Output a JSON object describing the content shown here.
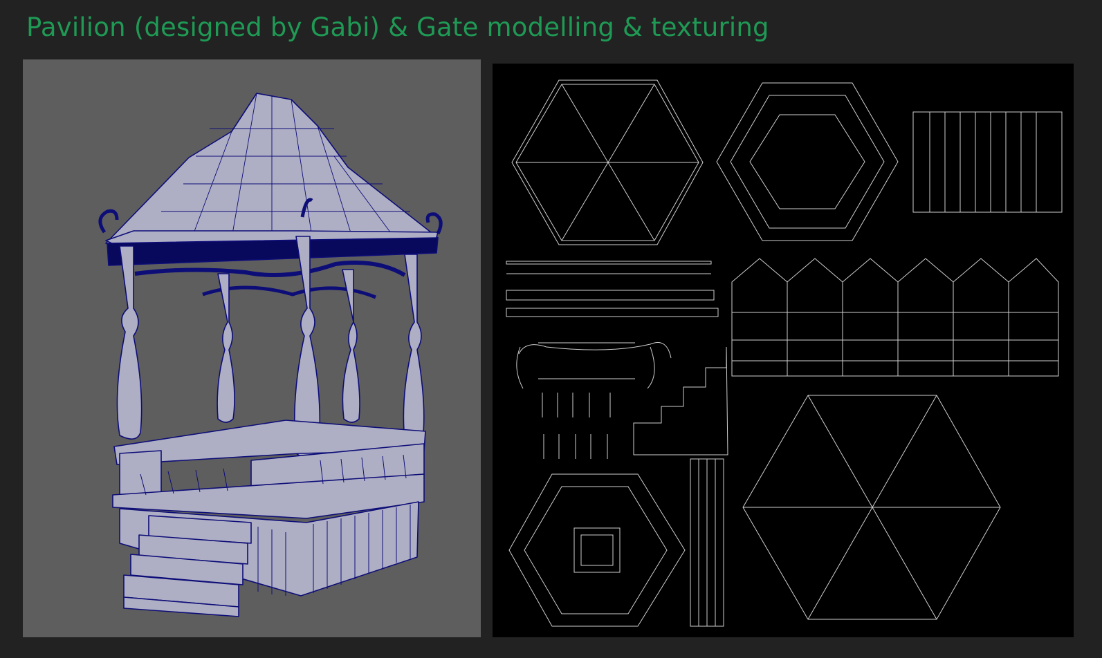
{
  "page": {
    "title": "Pavilion (designed by Gabi) & Gate modelling & texturing"
  },
  "colors": {
    "background": "#222222",
    "title": "#1f9a55",
    "viewport_background": "#5e5e5e",
    "uv_background": "#000000",
    "mesh_face": "#aeaec4",
    "wireframe": "#0d0d78",
    "uv_lines": "#d0d0d0"
  },
  "images": {
    "viewport": "pavilion-3d-wireframe",
    "uv_layout": "uv-texture-layout"
  }
}
